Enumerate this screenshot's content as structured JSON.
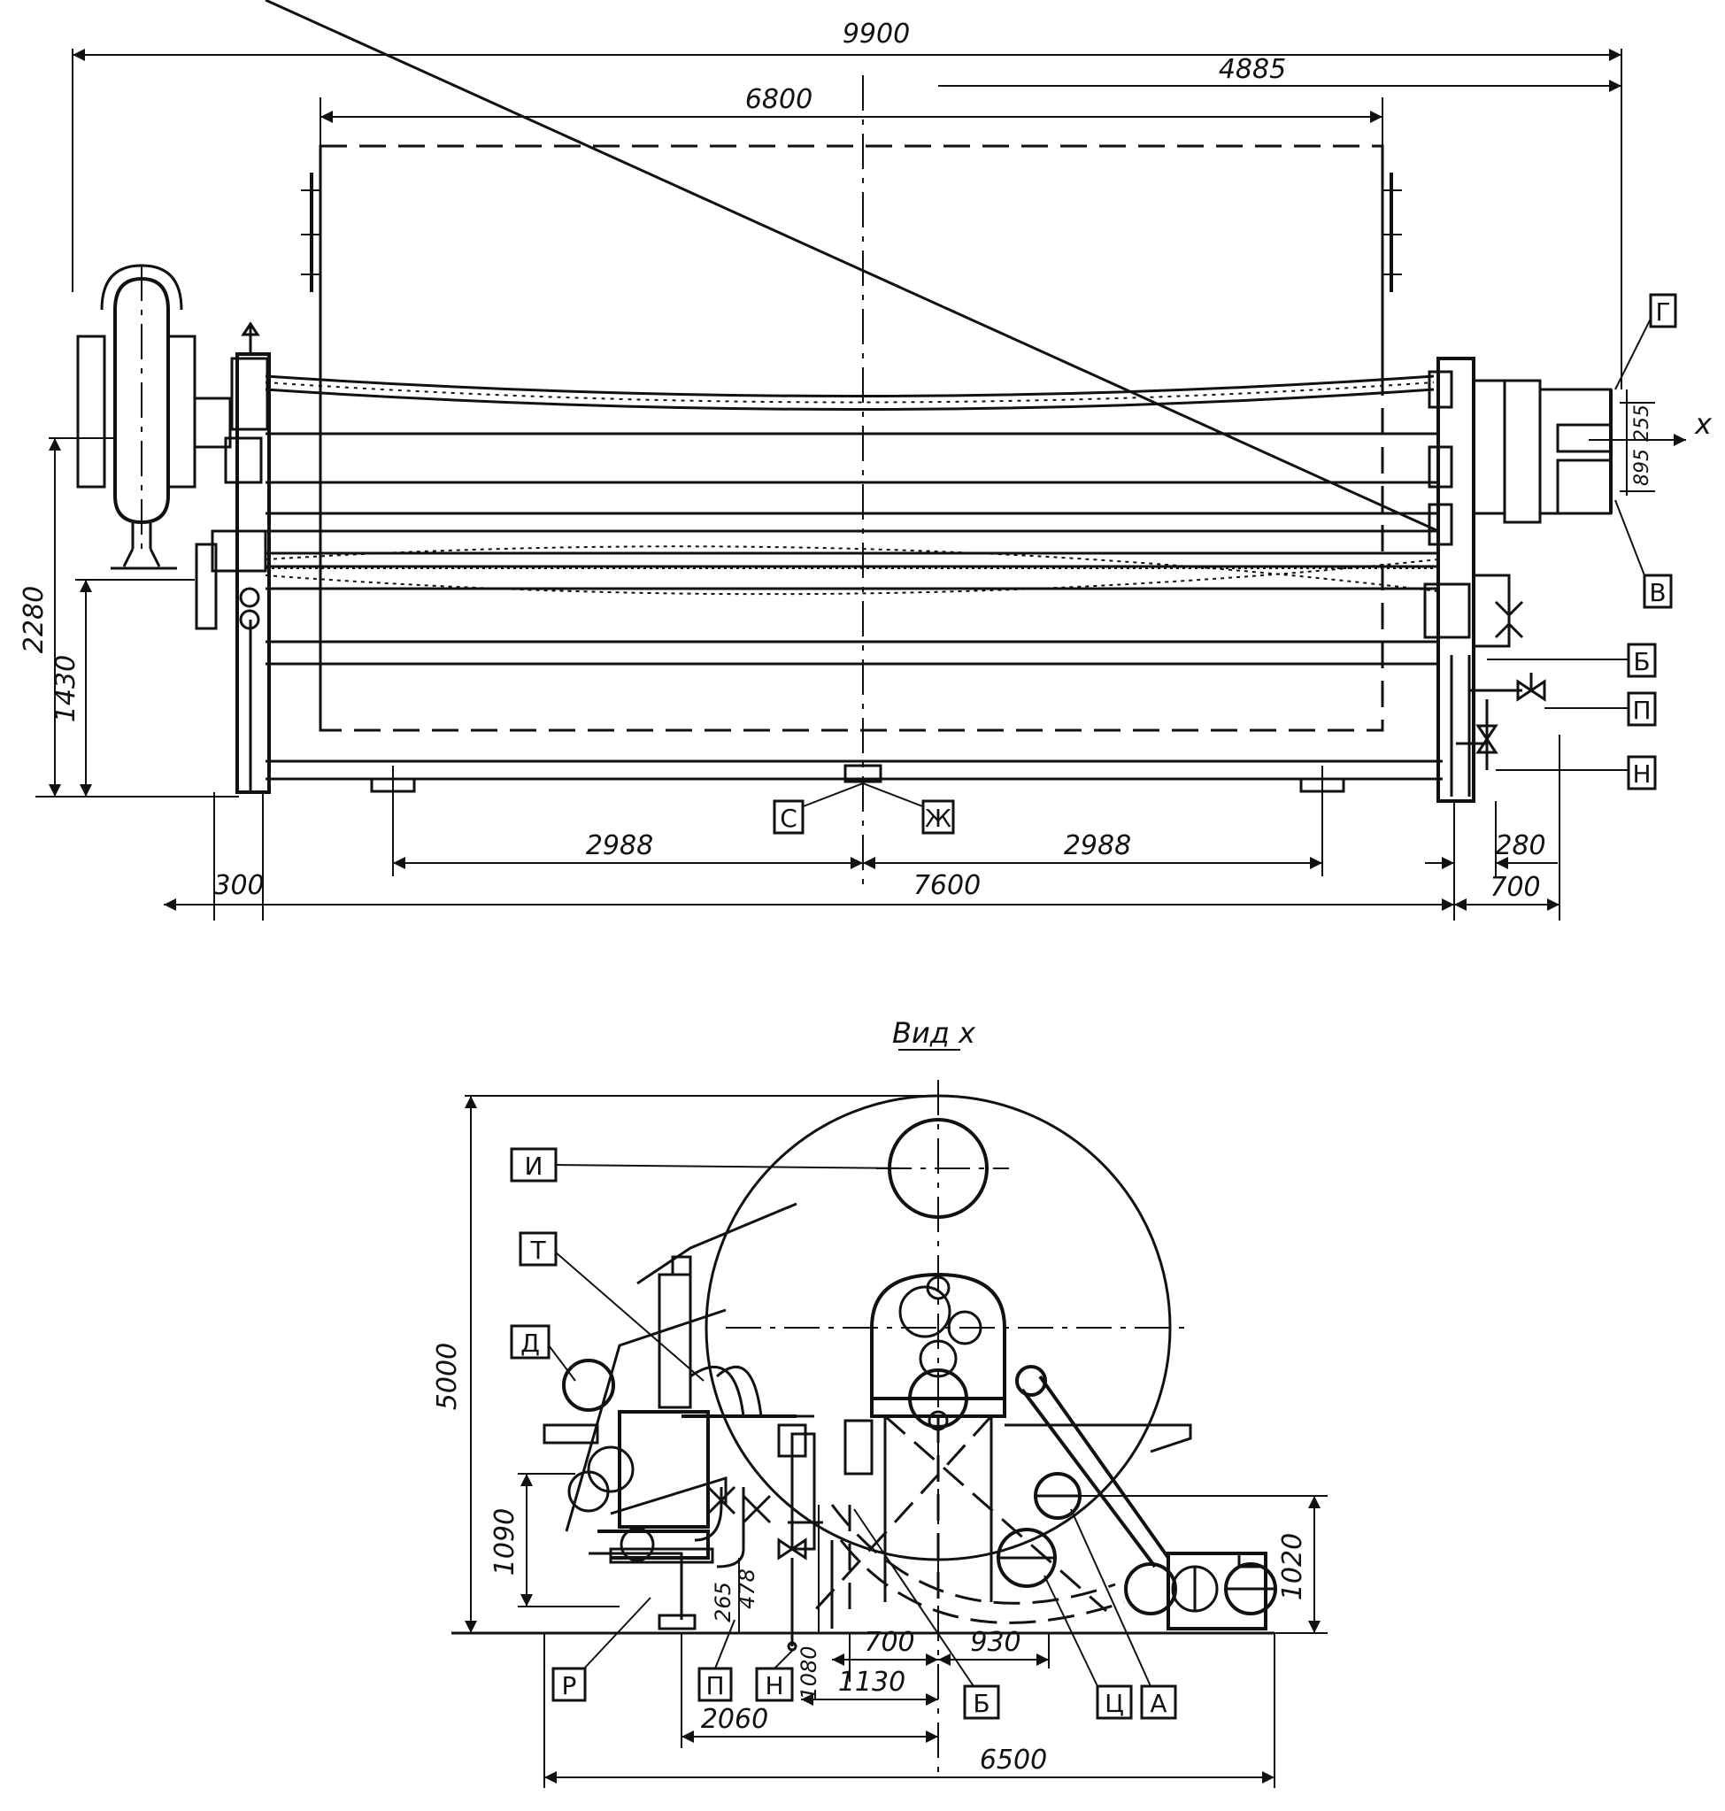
{
  "top_view": {
    "dimensions": {
      "overall_length": "9900",
      "right_offset": "4885",
      "cylinder_length": "6800",
      "height_total": "2280",
      "height_axis": "1430",
      "support_left": "2988",
      "support_right": "2988",
      "frame_length": "7600",
      "left_offset": "300",
      "right_pipe_offset": "280",
      "right_end": "700",
      "right_small_upper": "255",
      "right_small_lower": "895"
    },
    "labels": {
      "g": "Г",
      "v": "В",
      "b": "Б",
      "p": "П",
      "n": "Н",
      "s": "С",
      "zh": "Ж",
      "x": "x"
    }
  },
  "side_view": {
    "title": "Вид х",
    "dimensions": {
      "height_total": "5000",
      "height_left": "1090",
      "height_right": "1020",
      "d265": "265",
      "d478": "478",
      "d1080": "1080",
      "d700": "700",
      "d930": "930",
      "d1130": "1130",
      "d2060": "2060",
      "d6500": "6500"
    },
    "labels": {
      "i": "И",
      "t": "Т",
      "d": "Д",
      "r": "Р",
      "p": "П",
      "n": "Н",
      "b": "Б",
      "ts": "Ц",
      "a": "А"
    }
  }
}
